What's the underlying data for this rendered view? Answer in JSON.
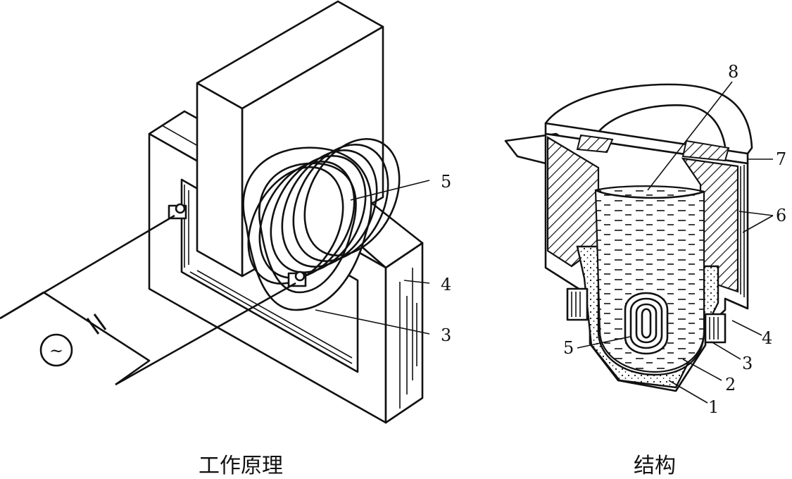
{
  "captions": {
    "left": "工作原理",
    "right": "结构"
  },
  "left_labels": {
    "l5": "5",
    "l4": "4",
    "l3": "3"
  },
  "right_labels": {
    "r8": "8",
    "r7": "7",
    "r6": "6",
    "r5": "5",
    "r4": "4",
    "r3": "3",
    "r2": "2",
    "r1": "1"
  },
  "source_symbol": "~"
}
